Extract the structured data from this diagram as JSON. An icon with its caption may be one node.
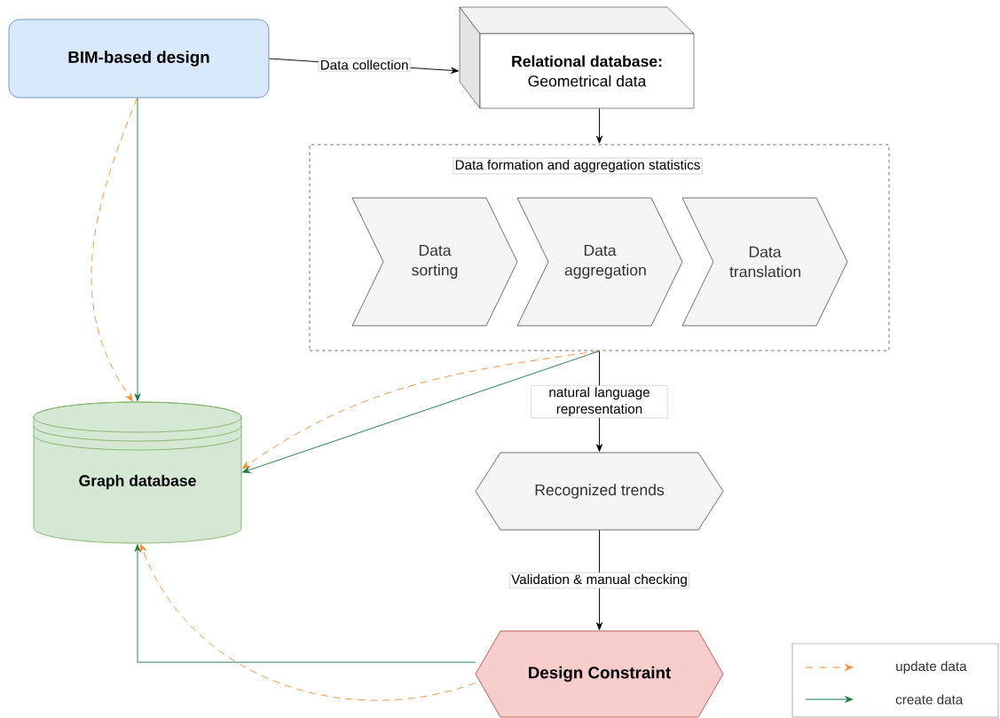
{
  "diagram": {
    "nodes": [
      {
        "text": [
          "BIM-based design"
        ]
      },
      {
        "text": [
          "Relational database:",
          "Geometrical data"
        ]
      },
      {
        "text": [
          "Data formation and aggregation statistics"
        ]
      },
      {
        "text": [
          "Data sorting"
        ],
        "in": 2
      },
      {
        "text": [
          "Data aggregation"
        ],
        "in": 2
      },
      {
        "text": [
          "Data translation"
        ],
        "in": 2
      },
      {
        "text": [
          "Graph database"
        ]
      },
      {
        "text": [
          "Recognized trends"
        ]
      },
      {
        "text": [
          "Design Constraint"
        ]
      }
    ],
    "edges": [
      {
        "from": 0,
        "to": 1,
        "arrow": "to",
        "label": "Data collection"
      },
      {
        "from": 1,
        "to": 2,
        "arrow": "to"
      },
      {
        "from": 2,
        "to": 7,
        "arrow": "to",
        "label": "natural language representation"
      },
      {
        "from": 7,
        "to": 8,
        "arrow": "to",
        "label": "Validation & manual checking"
      },
      {
        "from": 0,
        "to": 6,
        "arrow": "to",
        "style": "dashed",
        "color": "#f0923c"
      },
      {
        "from": 0,
        "to": 6,
        "arrow": "to",
        "color": "#1d7a45"
      },
      {
        "from": 2,
        "to": 6,
        "arrow": "to",
        "style": "dashed",
        "color": "#f0923c"
      },
      {
        "from": 2,
        "to": 6,
        "arrow": "to",
        "color": "#1d7a45"
      },
      {
        "from": 8,
        "to": 6,
        "arrow": "to",
        "style": "dashed",
        "color": "#f0923c"
      },
      {
        "from": 8,
        "to": 6,
        "arrow": "to",
        "color": "#1d7a45"
      }
    ],
    "legend": [
      {
        "text": "update data"
      },
      {
        "text": "create data"
      }
    ]
  }
}
